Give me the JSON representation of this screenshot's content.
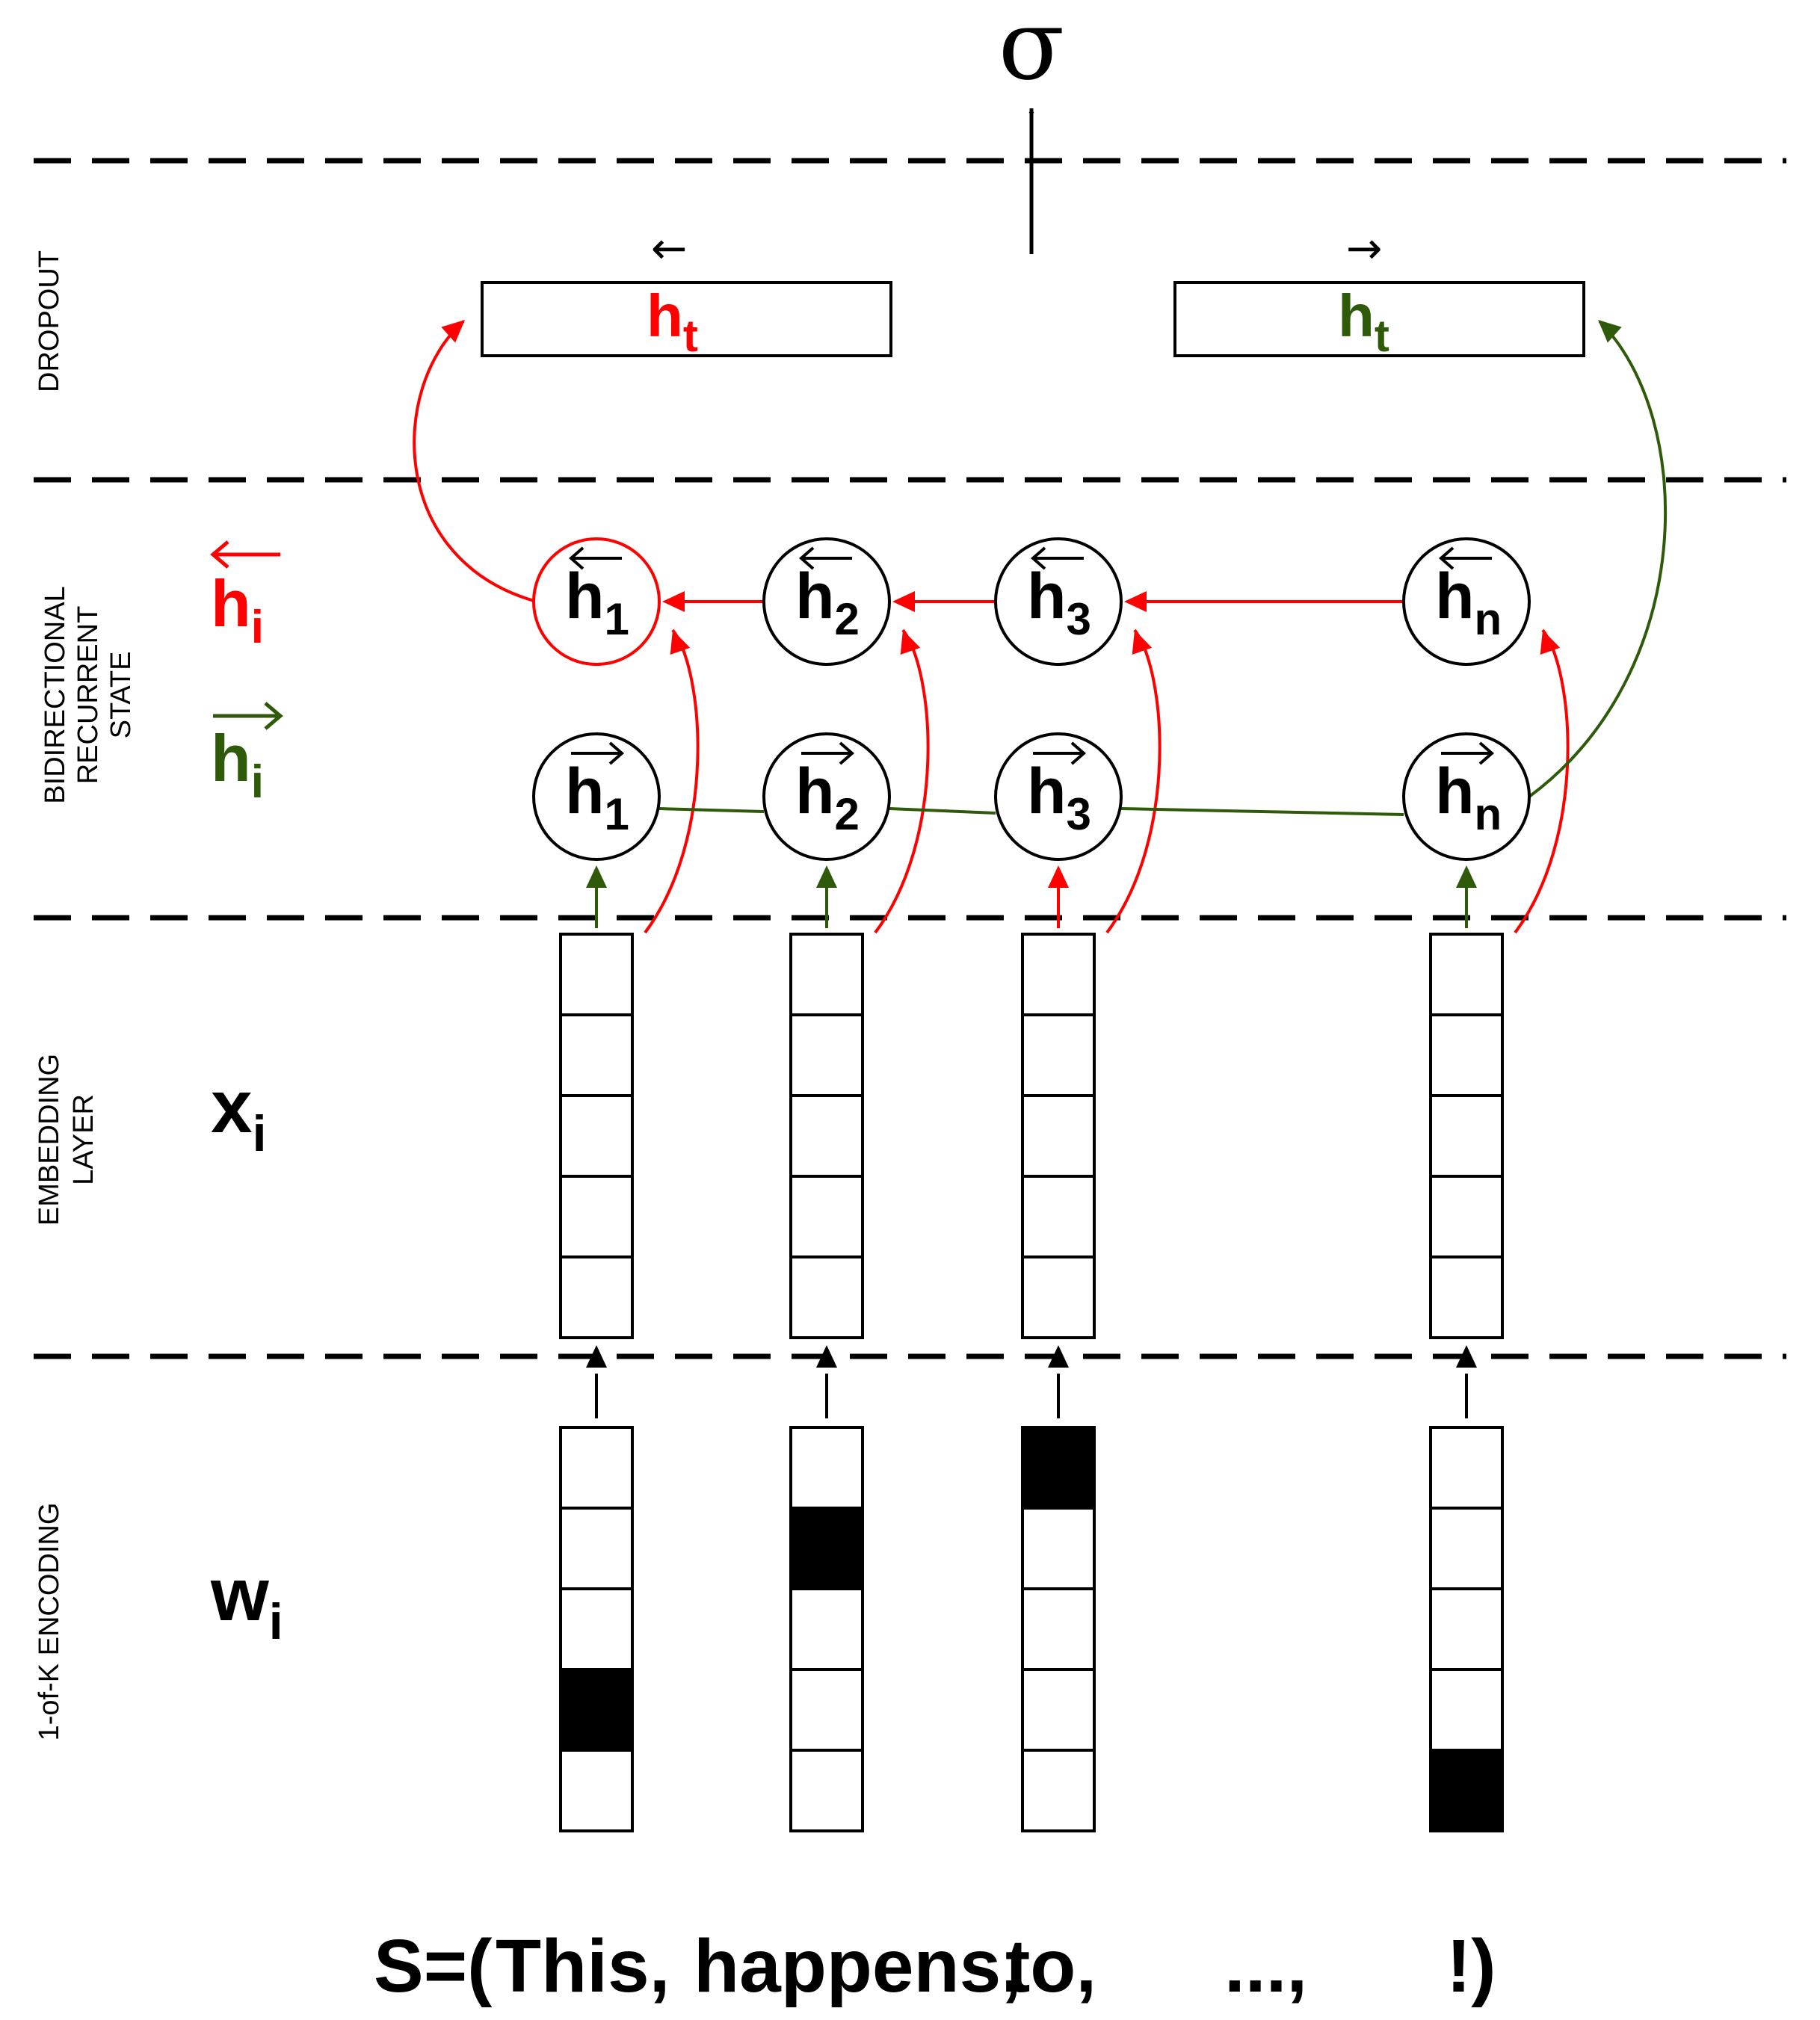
{
  "layers": {
    "dropout": "DROPOUT",
    "recurrent": [
      "BIDIRECTIONAL",
      "RECURRENT",
      "STATE"
    ],
    "embedding": [
      "EMBEDDING",
      "LAYER"
    ],
    "encoding": "1-of-K ENCODING"
  },
  "output": {
    "symbol": "σ"
  },
  "final_states": {
    "backward": {
      "arrow": "←",
      "base": "h",
      "sub": "t"
    },
    "forward": {
      "arrow": "→",
      "base": "h",
      "sub": "t"
    }
  },
  "legend": {
    "backward": {
      "base": "h",
      "sub": "i"
    },
    "forward": {
      "base": "h",
      "sub": "i"
    },
    "embedding": {
      "base": "x",
      "sub": "i"
    },
    "encoding": {
      "base": "w",
      "sub": "i"
    }
  },
  "backward_nodes": [
    {
      "base": "h",
      "sub": "1"
    },
    {
      "base": "h",
      "sub": "2"
    },
    {
      "base": "h",
      "sub": "3"
    },
    {
      "base": "h",
      "sub": "n"
    }
  ],
  "forward_nodes": [
    {
      "base": "h",
      "sub": "1"
    },
    {
      "base": "h",
      "sub": "2"
    },
    {
      "base": "h",
      "sub": "3"
    },
    {
      "base": "h",
      "sub": "n"
    }
  ],
  "one_hot_index": [
    3,
    1,
    0,
    4
  ],
  "sentence": {
    "prefix": "S=(",
    "tokens": [
      "This,",
      "happens,",
      "to,",
      "...,",
      "!)"
    ]
  },
  "colors": {
    "backward": "#ff0000",
    "forward": "#2e5a0a",
    "ink": "#000000"
  }
}
